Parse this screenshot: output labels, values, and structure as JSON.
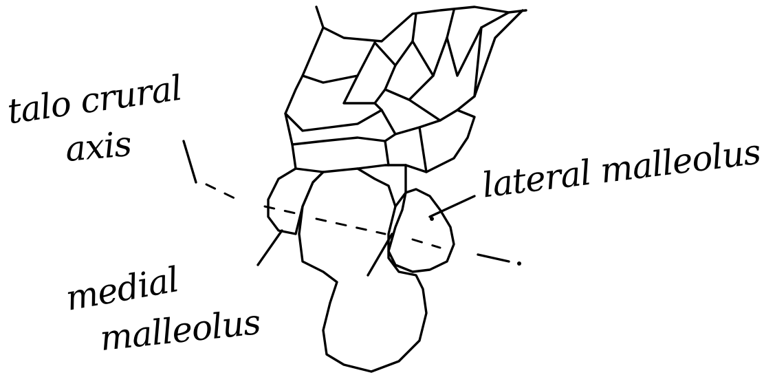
{
  "labels": {
    "talocrural_axis_line1": "talo crural",
    "talocrural_axis_line2": "axis",
    "lateral_malleolus": "lateral malleolus",
    "medial_malleolus_line1": "medial",
    "medial_malleolus_line2": "malleolus"
  },
  "colors": {
    "ink": "#000000",
    "paper": "#ffffff"
  }
}
